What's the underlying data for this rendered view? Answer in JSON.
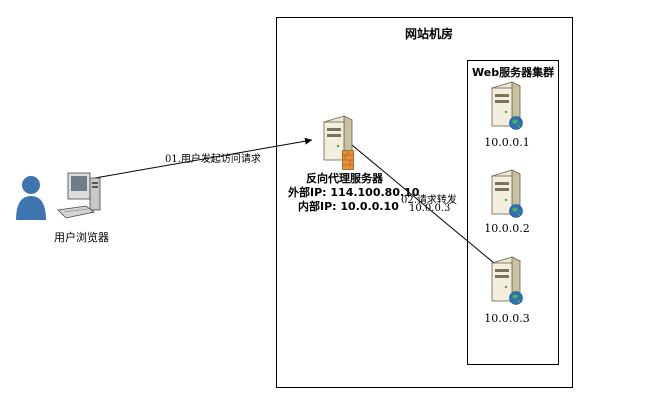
{
  "datacenter": {
    "title": "网站机房"
  },
  "cluster": {
    "title": "Web服务器集群",
    "servers": [
      {
        "ip": "10.0.0.1"
      },
      {
        "ip": "10.0.0.2"
      },
      {
        "ip": "10.0.0.3"
      }
    ]
  },
  "proxy": {
    "title": "反向代理服务器",
    "external_ip": "外部IP: 114.100.80.10",
    "internal_ip": "内部IP: 10.0.0.10"
  },
  "client": {
    "label": "用户浏览器"
  },
  "edges": {
    "request": "01.用户发起访问请求",
    "forward_line1": "02.请求转发",
    "forward_line2": "10.0.0.3"
  },
  "icons": {
    "server": "server-icon",
    "globe": "globe-icon",
    "firewall": "firewall-icon",
    "user": "user-icon",
    "computer": "computer-icon"
  }
}
